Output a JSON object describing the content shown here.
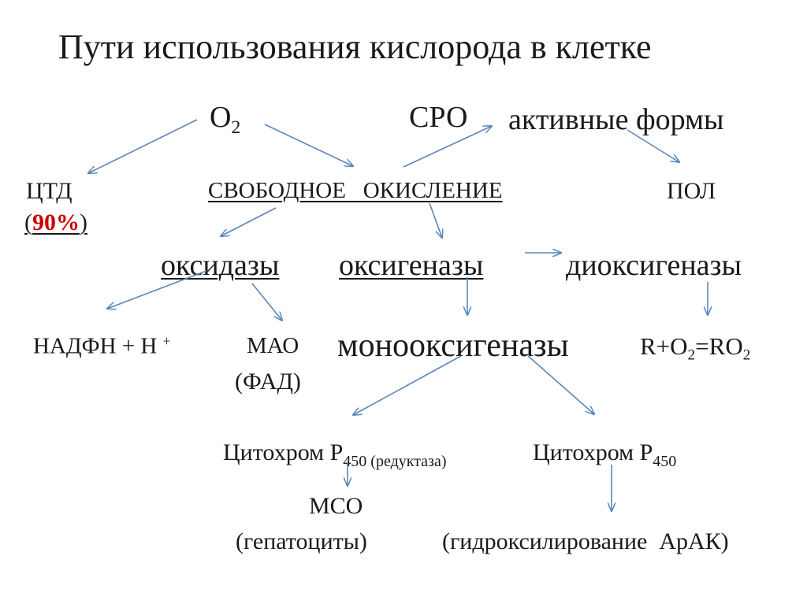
{
  "title": "Пути использования кислорода в клетке",
  "nodes": {
    "o2": {
      "base": "O",
      "sub": "2"
    },
    "sro": "СРО",
    "active_forms": "активные формы",
    "ctd": "ЦТД",
    "ctd_percent": {
      "open": "(",
      "value": "90%",
      "close": ")"
    },
    "free_oxidation": "СВОБОДНОЕ   ОКИСЛЕНИЕ",
    "pol": "ПОЛ",
    "oxidases": "оксидазы",
    "oxygenases": "оксигеназы",
    "dioxygenases": "диоксигеназы",
    "nadph": {
      "text": "НАДФН + Н ",
      "sup": "+"
    },
    "mao": "МАО",
    "fad": "(ФАД)",
    "monooxygenases": "монооксигеназы",
    "reaction": {
      "p1": "R+O",
      "s1": "2",
      "p2": "=RO",
      "s2": "2"
    },
    "cyt_reductase": {
      "text": "Цитохром Р",
      "sub": "450 (редуктаза)"
    },
    "cyt_p450": {
      "text": "Цитохром Р",
      "sub": "450"
    },
    "mso": "МСО",
    "hepatocytes": "(гепатоциты)",
    "hydroxylation": "(гидроксилирование  АрАК)"
  },
  "colors": {
    "arrow": "#5b86b8",
    "highlight": "#cc0000",
    "text": "#1a1a1a"
  }
}
